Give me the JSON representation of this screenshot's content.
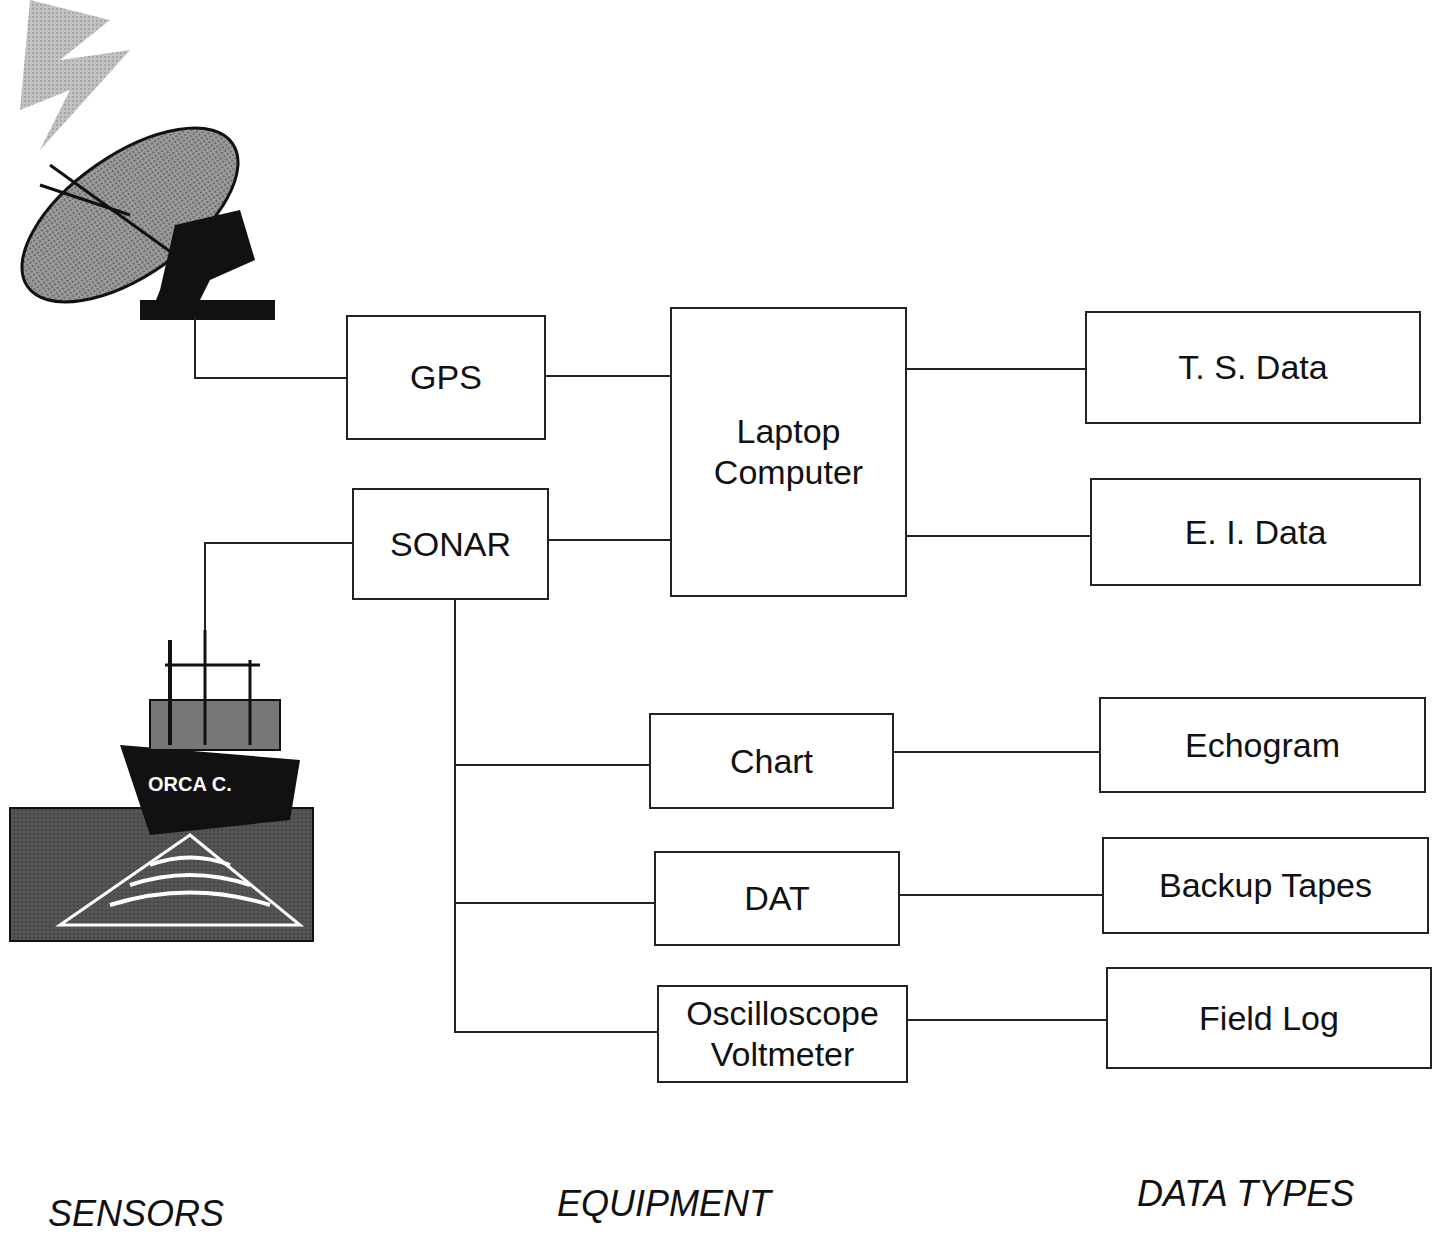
{
  "diagram": {
    "nodes": [
      {
        "text": [
          "GPS"
        ]
      },
      {
        "text": [
          "Laptop Computer"
        ]
      },
      {
        "text": [
          "T. S. Data"
        ]
      },
      {
        "text": [
          "SONAR"
        ]
      },
      {
        "text": [
          "E. I. Data"
        ]
      },
      {
        "text": [
          "Chart"
        ]
      },
      {
        "text": [
          "Echogram"
        ]
      },
      {
        "text": [
          "DAT"
        ]
      },
      {
        "text": [
          "Backup Tapes"
        ]
      },
      {
        "text": [
          "Oscilloscope Voltmeter"
        ]
      },
      {
        "text": [
          "Field Log"
        ]
      }
    ],
    "edges": [
      {
        "from": 0,
        "to": 1,
        "arrow": "none"
      },
      {
        "from": 3,
        "to": 1,
        "arrow": "none"
      },
      {
        "from": 1,
        "to": 2,
        "arrow": "none"
      },
      {
        "from": 1,
        "to": 4,
        "arrow": "none"
      },
      {
        "from": 3,
        "to": 5,
        "arrow": "none"
      },
      {
        "from": 3,
        "to": 7,
        "arrow": "none"
      },
      {
        "from": 3,
        "to": 9,
        "arrow": "none"
      },
      {
        "from": 5,
        "to": 6,
        "arrow": "none"
      },
      {
        "from": 7,
        "to": 8,
        "arrow": "none"
      },
      {
        "from": 9,
        "to": 10,
        "arrow": "none"
      }
    ],
    "labels": [
      "ORCA C.",
      "SENSORS",
      "EQUIPMENT",
      "DATA TYPES"
    ]
  }
}
